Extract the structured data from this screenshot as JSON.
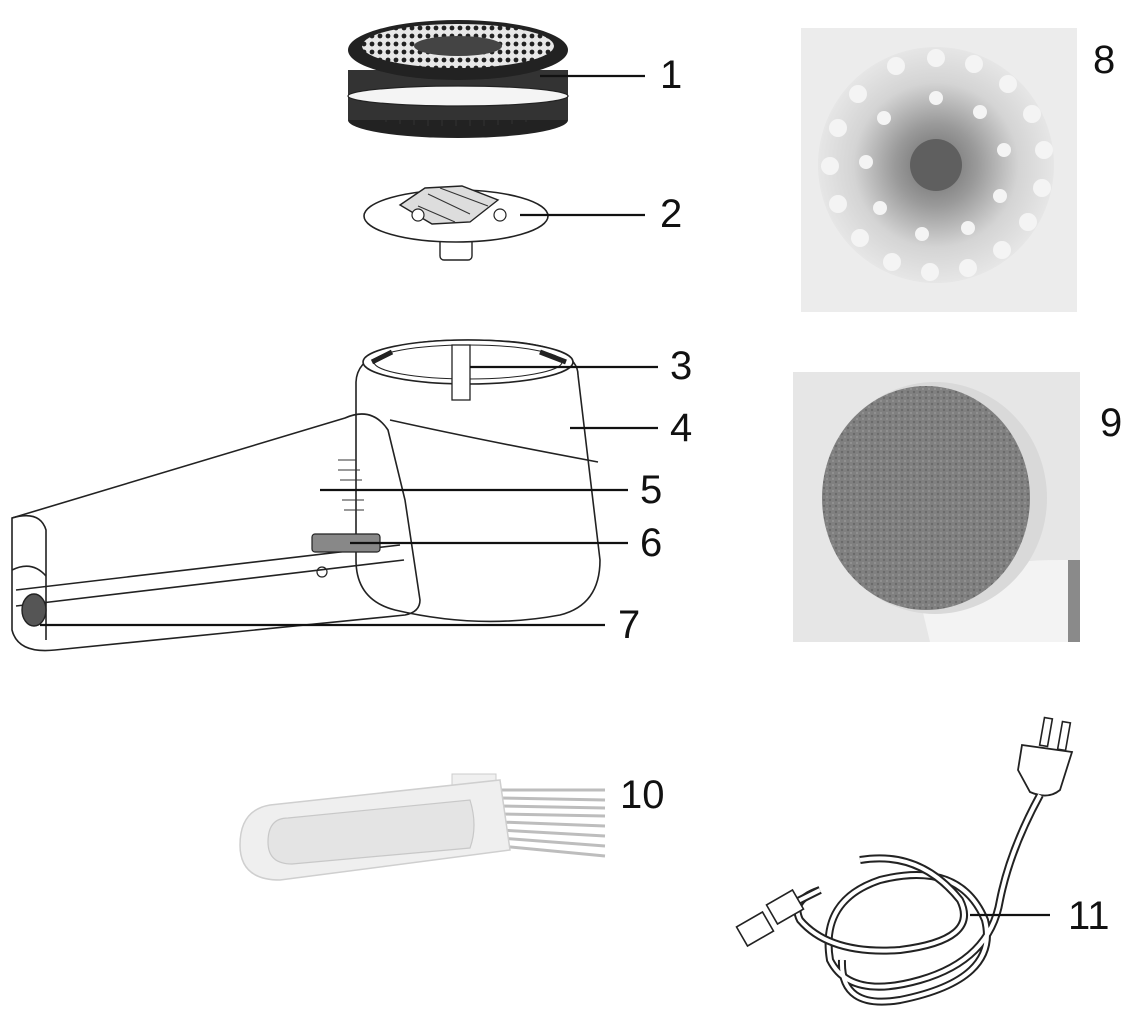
{
  "labels": {
    "l1": "1",
    "l2": "2",
    "l3": "3",
    "l4": "4",
    "l5": "5",
    "l6": "6",
    "l7": "7",
    "l8": "8",
    "l9": "9",
    "l10": "10",
    "l11": "11"
  },
  "colors": {
    "line": "#111111",
    "photo_bg": "#e9e9e9",
    "felt": "#7d7d7d",
    "plastic": "#f2f2f2"
  }
}
